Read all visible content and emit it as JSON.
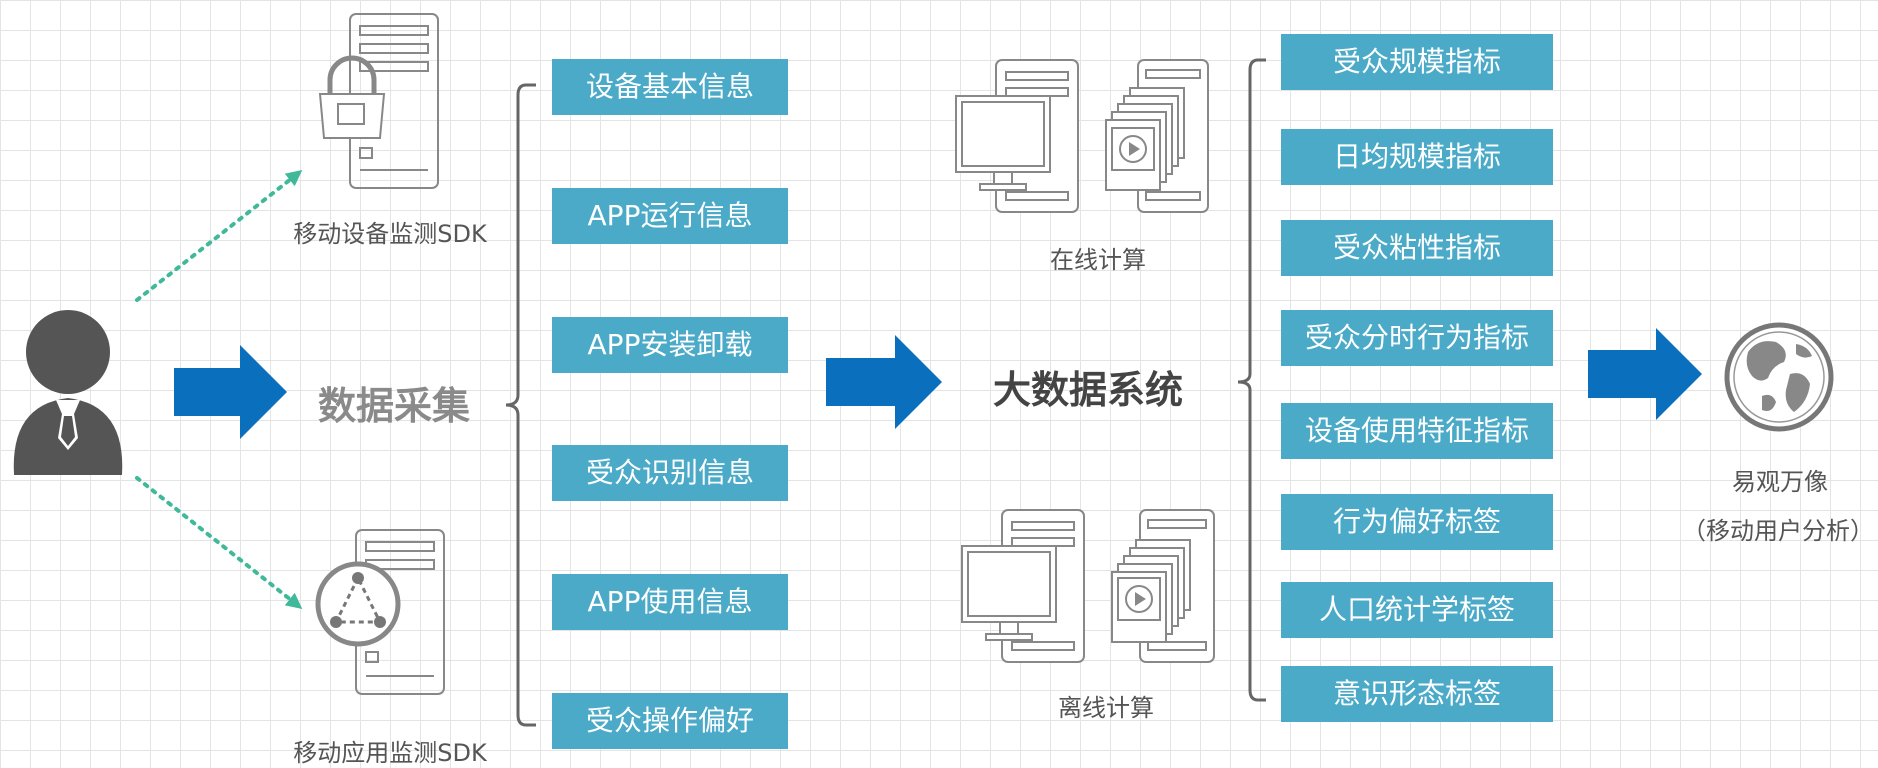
{
  "sources": {
    "device_sdk_label": "移动设备监测SDK",
    "app_sdk_label": "移动应用监测SDK"
  },
  "collection": {
    "title": "数据采集",
    "items": [
      {
        "label": "设备基本信息"
      },
      {
        "label": "APP运行信息"
      },
      {
        "label": "APP安装卸载"
      },
      {
        "label": "受众识别信息"
      },
      {
        "label": "APP使用信息"
      },
      {
        "label": "受众操作偏好"
      }
    ]
  },
  "system": {
    "title": "大数据系统",
    "online_label": "在线计算",
    "offline_label": "离线计算"
  },
  "metrics": {
    "items": [
      {
        "label": "受众规模指标"
      },
      {
        "label": "日均规模指标"
      },
      {
        "label": "受众粘性指标"
      },
      {
        "label": "受众分时行为指标"
      },
      {
        "label": "设备使用特征指标"
      },
      {
        "label": "行为偏好标签"
      },
      {
        "label": "人口统计学标签"
      },
      {
        "label": "意识形态标签"
      }
    ]
  },
  "output": {
    "name": "易观万像",
    "subtitle": "（移动用户分析）"
  },
  "colors": {
    "box_fill": "#4aaac8",
    "arrow": "#0a6fbd",
    "dotted_arrow": "#3fb99a",
    "icon_fill": "#555555",
    "gray_text": "#8a8a8a",
    "dark_text": "#444444"
  }
}
